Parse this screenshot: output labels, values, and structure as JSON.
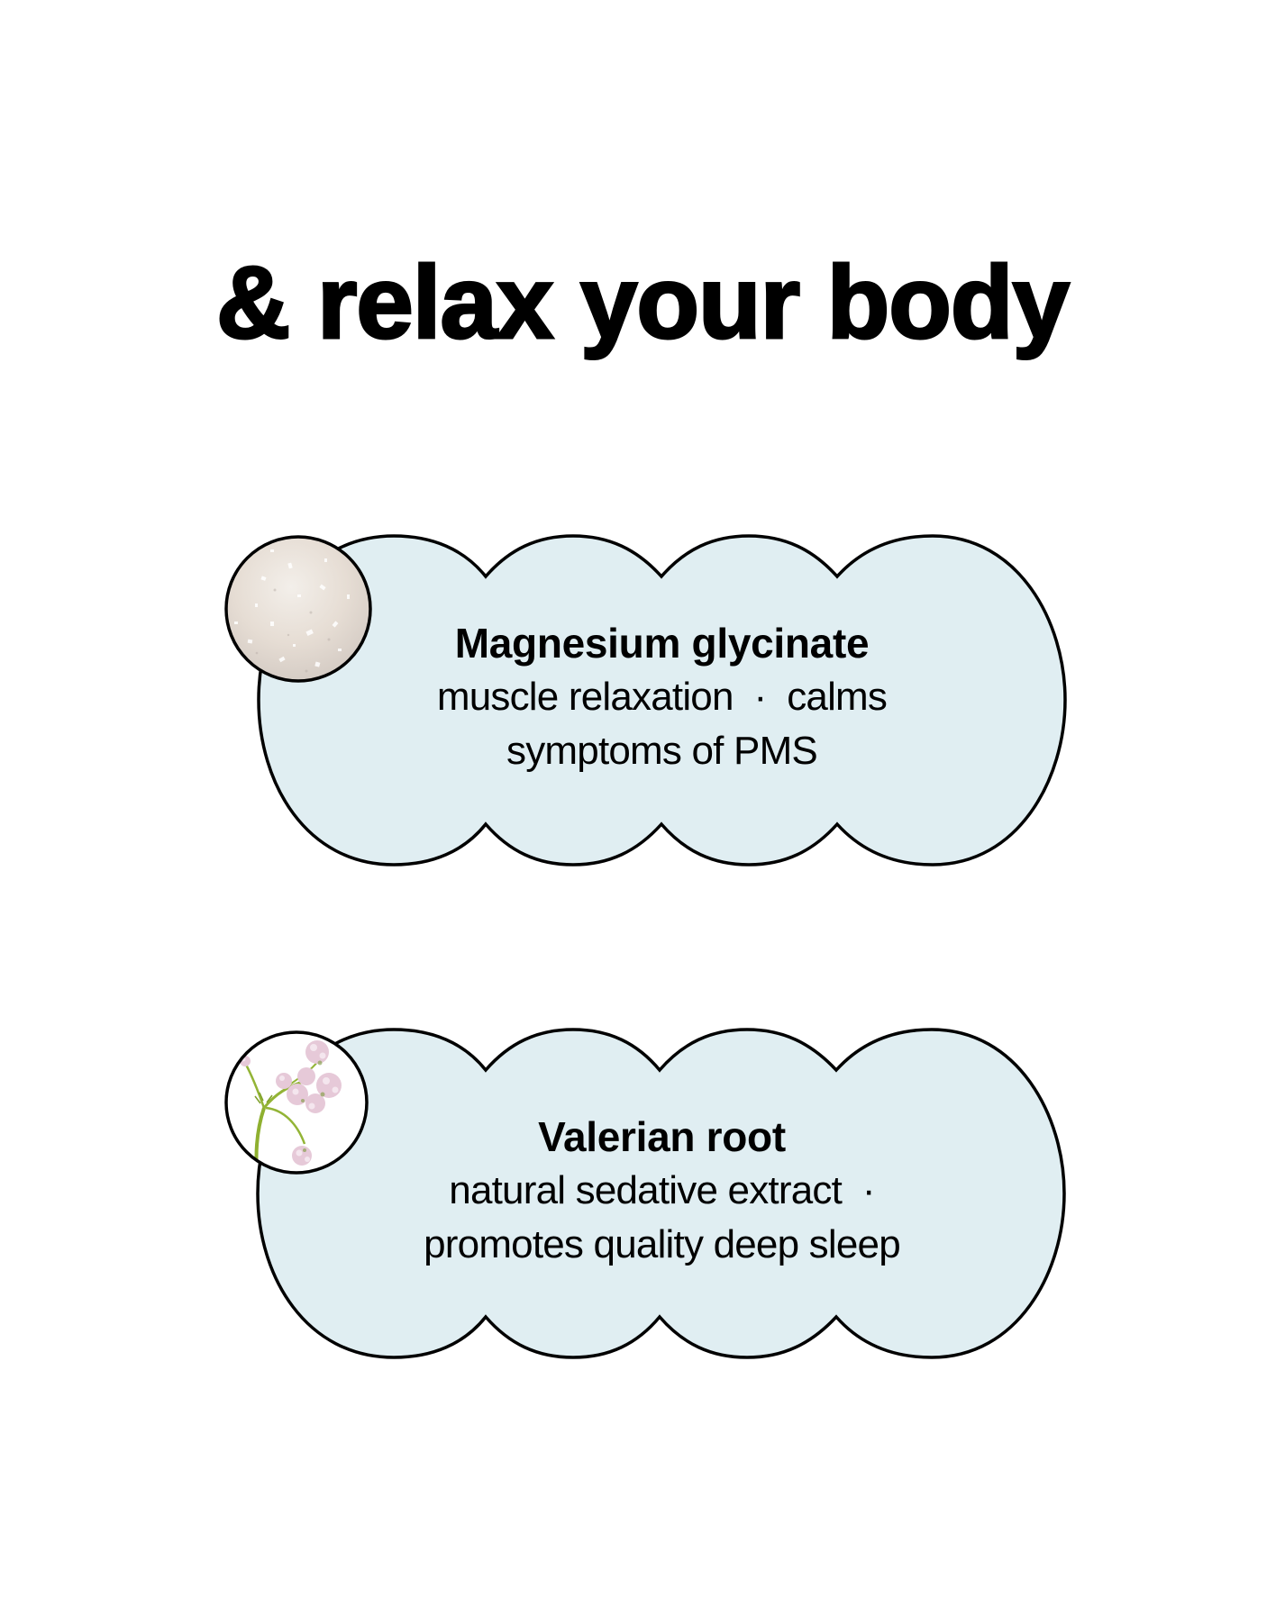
{
  "headline": "& relax your body",
  "cards": [
    {
      "title": "Magnesium glycinate",
      "description_lines": [
        "muscle relaxation  ·  calms",
        "symptoms of PMS"
      ],
      "image_icon": "magnesium-powder-photo"
    },
    {
      "title": "Valerian root",
      "description_lines": [
        "natural sedative extract  ·",
        "promotes quality deep sleep"
      ],
      "image_icon": "valerian-flower-photo"
    }
  ],
  "colors": {
    "cloud_fill": "#e0eef2",
    "outline": "#000000",
    "background": "#ffffff"
  }
}
